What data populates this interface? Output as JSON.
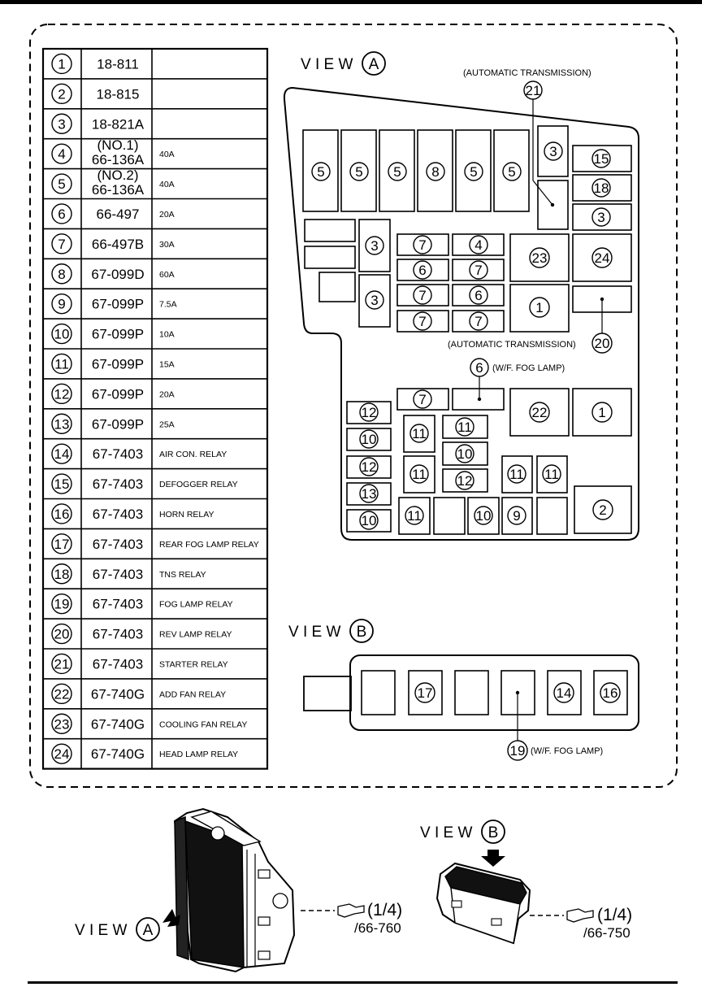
{
  "parts": [
    {
      "id": "1",
      "part": "18-811",
      "desc": ""
    },
    {
      "id": "2",
      "part": "18-815",
      "desc": ""
    },
    {
      "id": "3",
      "part": "18-821A",
      "desc": ""
    },
    {
      "id": "4",
      "note": "(NO.1)",
      "part": "66-136A",
      "desc": "40A"
    },
    {
      "id": "5",
      "note": "(NO.2)",
      "part": "66-136A",
      "desc": "40A"
    },
    {
      "id": "6",
      "part": "66-497",
      "desc": "20A"
    },
    {
      "id": "7",
      "part": "66-497B",
      "desc": "30A"
    },
    {
      "id": "8",
      "part": "67-099D",
      "desc": "60A"
    },
    {
      "id": "9",
      "part": "67-099P",
      "desc": "7.5A"
    },
    {
      "id": "10",
      "part": "67-099P",
      "desc": "10A"
    },
    {
      "id": "11",
      "part": "67-099P",
      "desc": "15A"
    },
    {
      "id": "12",
      "part": "67-099P",
      "desc": "20A"
    },
    {
      "id": "13",
      "part": "67-099P",
      "desc": "25A"
    },
    {
      "id": "14",
      "part": "67-7403",
      "desc": "AIR CON. RELAY"
    },
    {
      "id": "15",
      "part": "67-7403",
      "desc": "DEFOGGER RELAY"
    },
    {
      "id": "16",
      "part": "67-7403",
      "desc": "HORN RELAY"
    },
    {
      "id": "17",
      "part": "67-7403",
      "desc": "REAR FOG LAMP RELAY"
    },
    {
      "id": "18",
      "part": "67-7403",
      "desc": "TNS RELAY"
    },
    {
      "id": "19",
      "part": "67-7403",
      "desc": "FOG LAMP RELAY"
    },
    {
      "id": "20",
      "part": "67-7403",
      "desc": "REV LAMP RELAY"
    },
    {
      "id": "21",
      "part": "67-7403",
      "desc": "STARTER RELAY"
    },
    {
      "id": "22",
      "part": "67-740G",
      "desc": "ADD FAN RELAY"
    },
    {
      "id": "23",
      "part": "67-740G",
      "desc": "COOLING FAN RELAY"
    },
    {
      "id": "24",
      "part": "67-740G",
      "desc": "HEAD LAMP RELAY"
    }
  ],
  "labels": {
    "view_word": "V I E W",
    "view_a": "A",
    "view_b": "B",
    "auto_trans": "(AUTOMATIC TRANSMISSION)",
    "wf_fog": "(W/F. FOG LAMP)",
    "fraction": "(1/4)",
    "ref_a": "/66-760",
    "ref_b": "/66-750"
  },
  "callouts": {
    "top_row": [
      "5",
      "5",
      "5",
      "8",
      "5",
      "5"
    ],
    "col_right": [
      "3",
      "15",
      "18",
      "3"
    ],
    "mid_left": [
      "3",
      "3"
    ],
    "mid_grid": [
      "7",
      "4",
      "6",
      "7",
      "7",
      "6",
      "7",
      "7"
    ],
    "relays_mid": [
      "23",
      "24",
      "1"
    ],
    "auto_top": "21",
    "auto_bottom": "20",
    "fog_a": "6",
    "row_fog": [
      "7",
      "22",
      "1"
    ],
    "left_fuses": [
      "12",
      "10",
      "12",
      "13",
      "10"
    ],
    "low_grid": [
      "11",
      "11",
      "10",
      "11",
      "12",
      "11",
      "11",
      "11",
      "10",
      "9",
      "2"
    ],
    "view_b_row": [
      "17",
      "14",
      "16"
    ],
    "fog_b": "19"
  }
}
